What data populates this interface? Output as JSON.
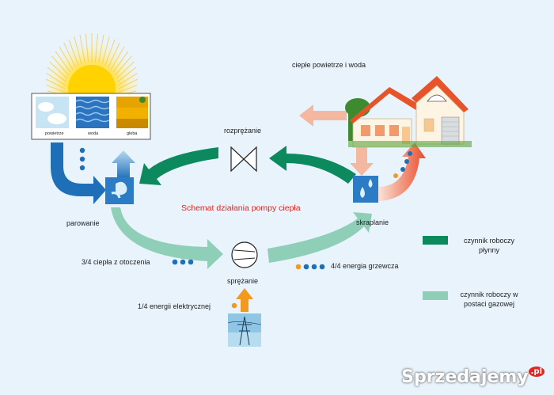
{
  "diagram": {
    "title": "Schemat działania pompy ciepła",
    "panels": [
      "powietrze",
      "woda",
      "gleba"
    ],
    "labels": {
      "warm_air_water": "ciepłe powietrze i woda",
      "expansion": "rozprężanie",
      "evaporation": "parowanie",
      "condensation": "skraplanie",
      "compression": "sprężanie",
      "ambient_heat": "3/4 ciepła z otoczenia",
      "heating_energy": "4/4  energia grzewcza",
      "electric_energy": "1/4 energii elektrycznej"
    },
    "legend": [
      {
        "label": "czynnik roboczy płynny",
        "color": "#0c8a5e"
      },
      {
        "label": "czynnik roboczy w postaci gazowej",
        "color": "#8fcfb8"
      }
    ],
    "colors": {
      "liquid": "#0c8a5e",
      "gas": "#8fcfb8",
      "heat": "#e94d2b",
      "cold": "#1f6fb8",
      "electric": "#f39a1e",
      "warm_air": "#f4b8a0"
    },
    "watermark": {
      "text": "Sprzedajemy",
      "suffix": ".pl"
    }
  }
}
